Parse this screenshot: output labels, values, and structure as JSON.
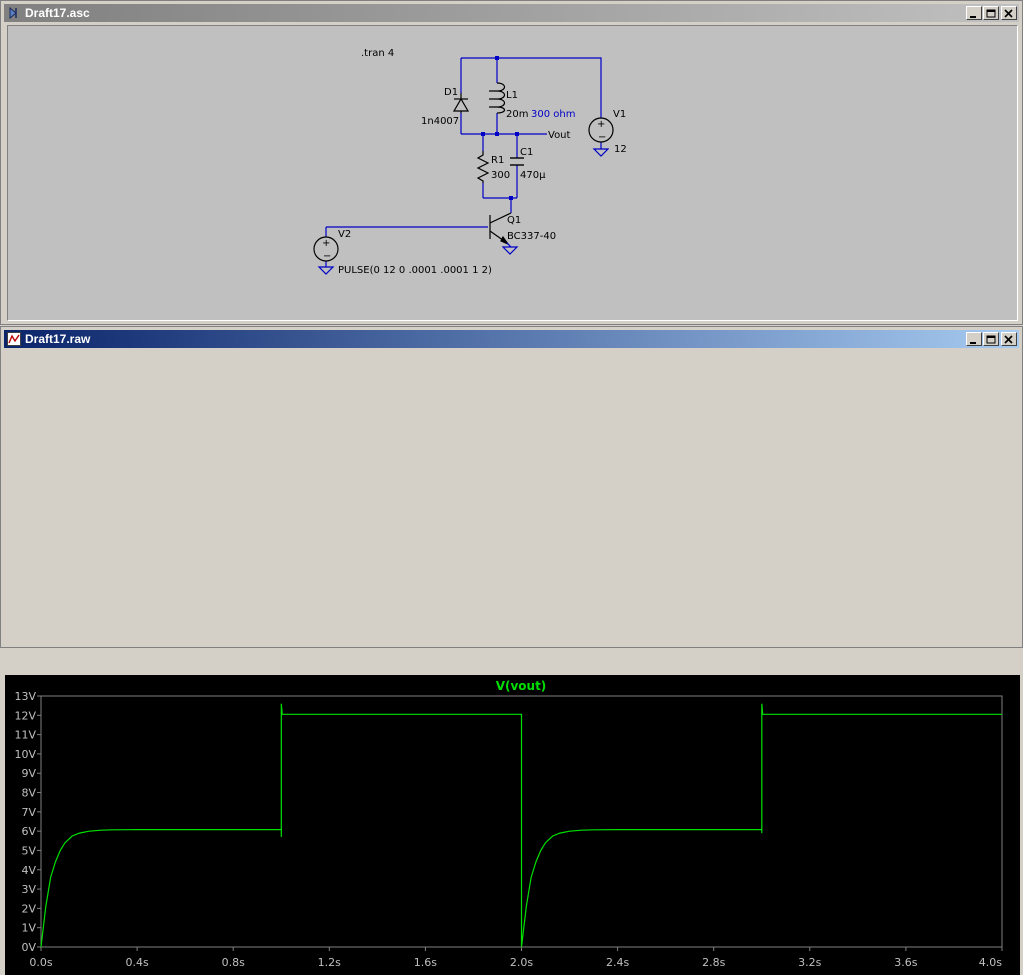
{
  "schematic_window": {
    "title": "Draft17.asc",
    "directive": ".tran 4",
    "components": {
      "d1": {
        "name": "D1",
        "value": "1n4007"
      },
      "l1": {
        "name": "L1",
        "value": "20m",
        "extra": "300 ohm"
      },
      "v1": {
        "name": "V1",
        "value": "12"
      },
      "c1": {
        "name": "C1",
        "value": "470µ"
      },
      "r1": {
        "name": "R1",
        "value": "300"
      },
      "q1": {
        "name": "Q1",
        "value": "BC337-40"
      },
      "v2": {
        "name": "V2",
        "value": "PULSE(0 12 0 .0001 .0001 1 2)"
      }
    },
    "net_label": "Vout"
  },
  "plot_window": {
    "title": "Draft17.raw",
    "trace_label": "V(vout)"
  },
  "colors": {
    "wire": "#0000c8",
    "trace": "#00e000",
    "plot_bg": "#000000",
    "grid": "#808080"
  },
  "chart_data": {
    "type": "line",
    "title": "V(vout)",
    "xlabel": "",
    "ylabel": "",
    "xlim": [
      0,
      4
    ],
    "ylim": [
      0,
      13
    ],
    "x_ticks": [
      "0.0s",
      "0.4s",
      "0.8s",
      "1.2s",
      "1.6s",
      "2.0s",
      "2.4s",
      "2.8s",
      "3.2s",
      "3.6s",
      "4.0s"
    ],
    "y_ticks": [
      "0V",
      "1V",
      "2V",
      "3V",
      "4V",
      "5V",
      "6V",
      "7V",
      "8V",
      "9V",
      "10V",
      "11V",
      "12V",
      "13V"
    ],
    "grid": false,
    "series": [
      {
        "name": "V(vout)",
        "x": [
          0,
          0.02,
          0.04,
          0.06,
          0.08,
          0.1,
          0.13,
          0.16,
          0.2,
          0.25,
          0.3,
          0.4,
          0.6,
          1.0,
          1.0,
          1.0,
          1.004,
          2.0,
          2.0,
          2.0,
          2.02,
          2.04,
          2.06,
          2.08,
          2.1,
          2.13,
          2.16,
          2.2,
          2.25,
          2.3,
          2.4,
          2.6,
          3.0,
          3.0,
          3.0,
          3.004,
          4.0
        ],
        "y": [
          0,
          2.1,
          3.6,
          4.4,
          5.0,
          5.4,
          5.75,
          5.9,
          6.0,
          6.05,
          6.07,
          6.08,
          6.08,
          6.08,
          5.7,
          12.6,
          12.05,
          12.05,
          0,
          0,
          2.1,
          3.6,
          4.4,
          5.0,
          5.4,
          5.75,
          5.9,
          6.0,
          6.05,
          6.07,
          6.08,
          6.08,
          6.08,
          5.9,
          12.6,
          12.05,
          12.05
        ]
      }
    ]
  }
}
